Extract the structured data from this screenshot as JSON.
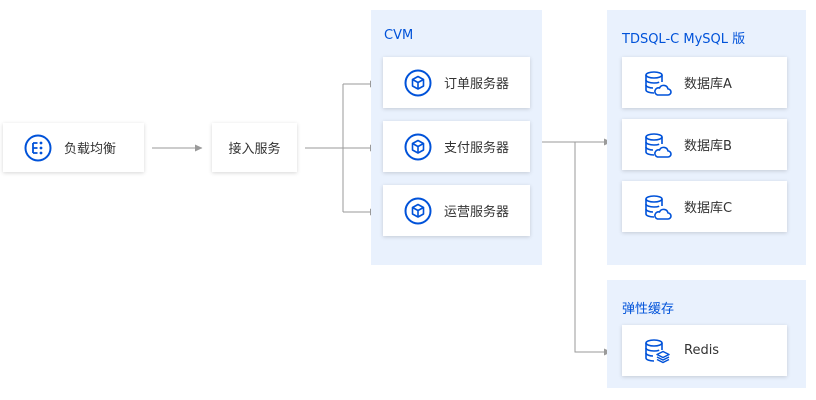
{
  "colors": {
    "accent": "#0052d9",
    "group_background": "#e9f1fd",
    "connector": "#9a9a9a"
  },
  "load_balancer": {
    "label": "负载均衡",
    "icon": "load-balancer-icon"
  },
  "access_service": {
    "label": "接入服务"
  },
  "cvm": {
    "title": "CVM",
    "servers": [
      {
        "label": "订单服务器",
        "icon": "cvm-cube-icon"
      },
      {
        "label": "支付服务器",
        "icon": "cvm-cube-icon"
      },
      {
        "label": "运营服务器",
        "icon": "cvm-cube-icon"
      }
    ]
  },
  "tdsql": {
    "title": "TDSQL-C MySQL 版",
    "databases": [
      {
        "label": "数据库A",
        "icon": "cloud-database-icon"
      },
      {
        "label": "数据库B",
        "icon": "cloud-database-icon"
      },
      {
        "label": "数据库C",
        "icon": "cloud-database-icon"
      }
    ]
  },
  "cache": {
    "title": "弹性缓存",
    "items": [
      {
        "label": "Redis",
        "icon": "redis-database-icon"
      }
    ]
  }
}
